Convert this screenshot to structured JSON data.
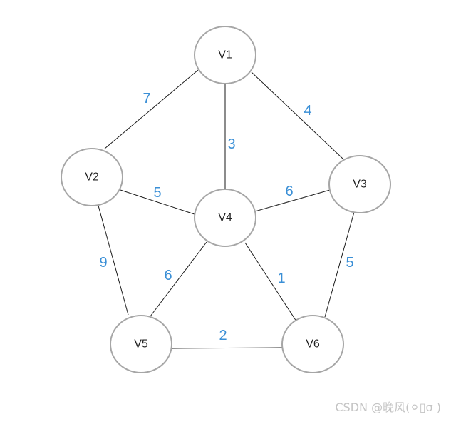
{
  "graph": {
    "nodes": [
      {
        "id": "V1",
        "label": "V1"
      },
      {
        "id": "V2",
        "label": "V2"
      },
      {
        "id": "V3",
        "label": "V3"
      },
      {
        "id": "V4",
        "label": "V4"
      },
      {
        "id": "V5",
        "label": "V5"
      },
      {
        "id": "V6",
        "label": "V6"
      }
    ],
    "edges": [
      {
        "from": "V1",
        "to": "V2",
        "weight": "7"
      },
      {
        "from": "V1",
        "to": "V4",
        "weight": "3"
      },
      {
        "from": "V1",
        "to": "V3",
        "weight": "4"
      },
      {
        "from": "V2",
        "to": "V4",
        "weight": "5"
      },
      {
        "from": "V4",
        "to": "V3",
        "weight": "6"
      },
      {
        "from": "V2",
        "to": "V5",
        "weight": "9"
      },
      {
        "from": "V4",
        "to": "V5",
        "weight": "6"
      },
      {
        "from": "V4",
        "to": "V6",
        "weight": "1"
      },
      {
        "from": "V3",
        "to": "V6",
        "weight": "5"
      },
      {
        "from": "V5",
        "to": "V6",
        "weight": "2"
      }
    ],
    "weight_color": "#3a8fd6"
  },
  "watermark": {
    "text": "CSDN @晚风(⚪▯σ )"
  }
}
